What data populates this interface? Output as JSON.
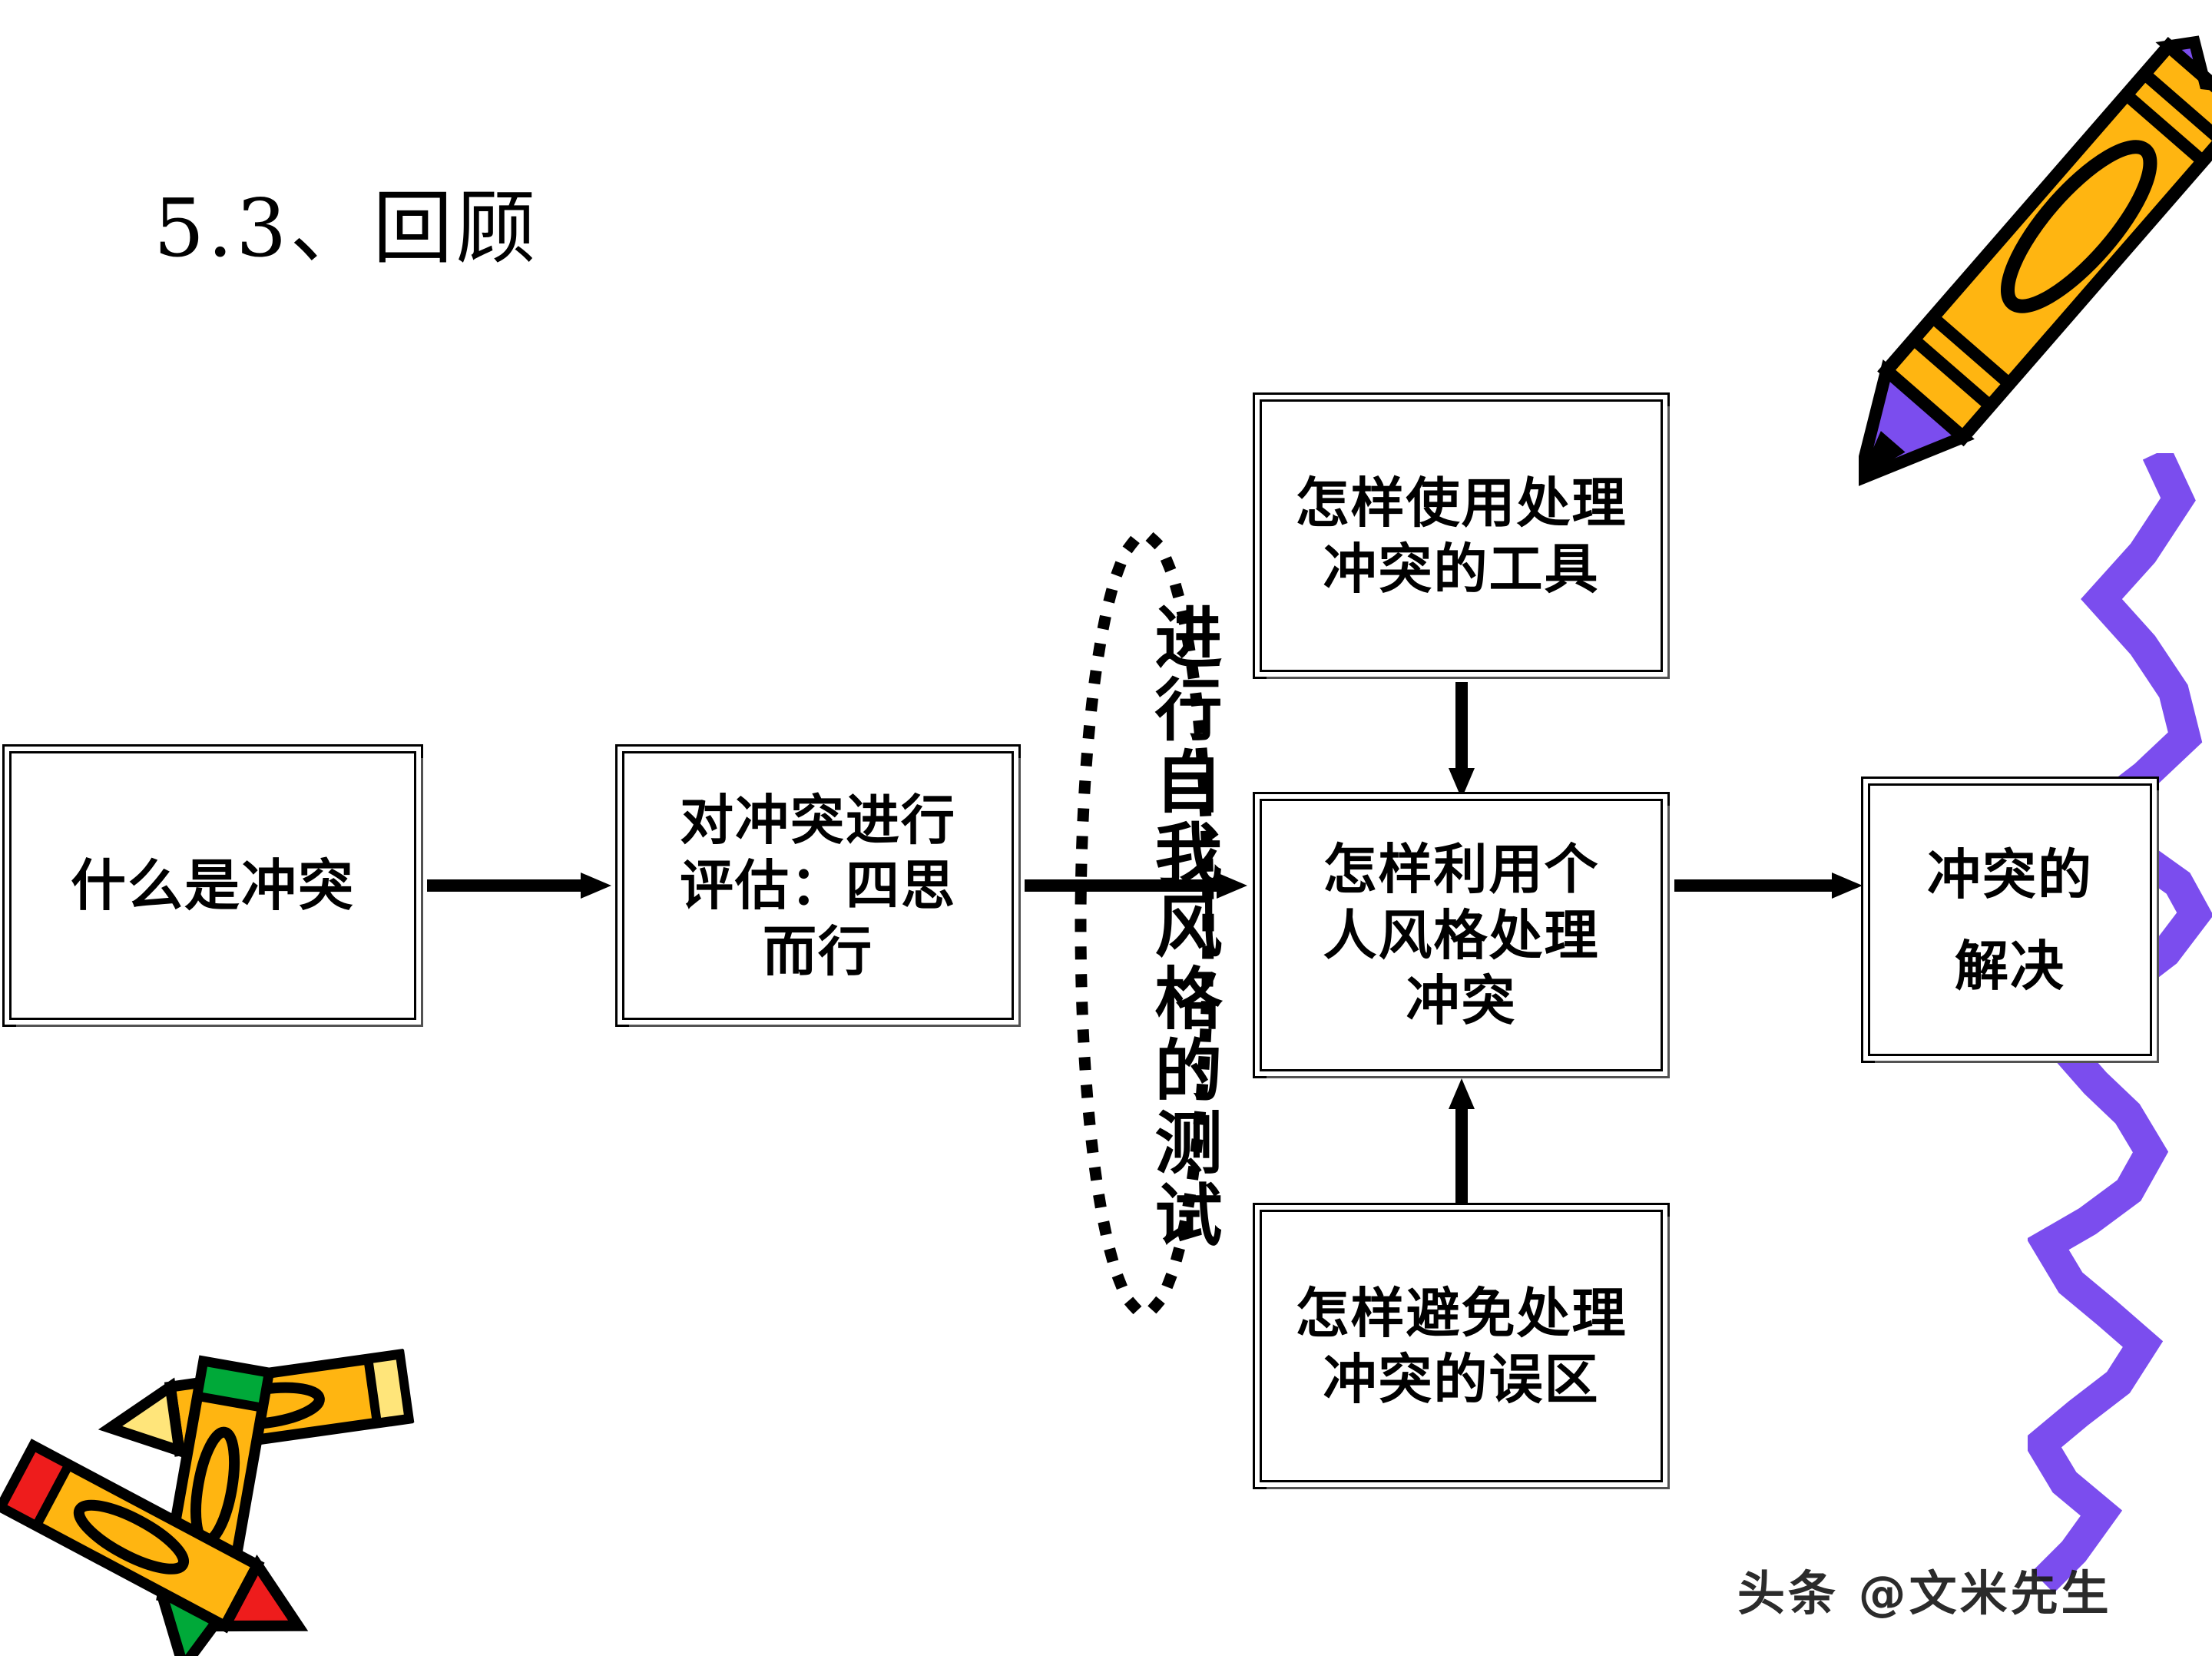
{
  "slide": {
    "title": "5.3、回顾",
    "background_color": "#ffffff"
  },
  "flow": {
    "boxes": [
      {
        "id": "what",
        "text": "什么是冲突"
      },
      {
        "id": "assess",
        "text": "对冲突进行\n评估：四思\n而行"
      },
      {
        "id": "tools",
        "text": "怎样使用处理\n冲突的工具"
      },
      {
        "id": "style",
        "text": "怎样利用个\n人风格处理\n冲突"
      },
      {
        "id": "avoid",
        "text": "怎样避免处理\n冲突的误区"
      },
      {
        "id": "resolve",
        "text": "冲突的\n解决"
      }
    ],
    "ellipse": {
      "label": "进行自我风格的测试",
      "border_style": "dotted",
      "border_color": "#000000"
    },
    "arrows": [
      {
        "id": "what-to-assess",
        "direction": "right"
      },
      {
        "id": "assess-to-style",
        "direction": "right"
      },
      {
        "id": "style-to-resolve",
        "direction": "right"
      },
      {
        "id": "tools-to-style",
        "direction": "down"
      },
      {
        "id": "avoid-to-style",
        "direction": "up"
      }
    ]
  },
  "decorations": {
    "crayon_top_right": {
      "name": "purple-tipped-yellow-crayon",
      "body_color": "#FFB511",
      "tip_color": "#7B4DEE",
      "outline_color": "#000000"
    },
    "crayons_bottom_left": {
      "name": "three-crossed-crayons",
      "body_color": "#FFB511",
      "tip_colors": [
        "#00A939",
        "#FFE57A",
        "#EE1C1C"
      ],
      "outline_color": "#000000"
    },
    "squiggle": {
      "name": "purple-scribble-line",
      "color": "#7B4DEE"
    }
  },
  "watermark": {
    "text": "头条 @文米先生"
  }
}
